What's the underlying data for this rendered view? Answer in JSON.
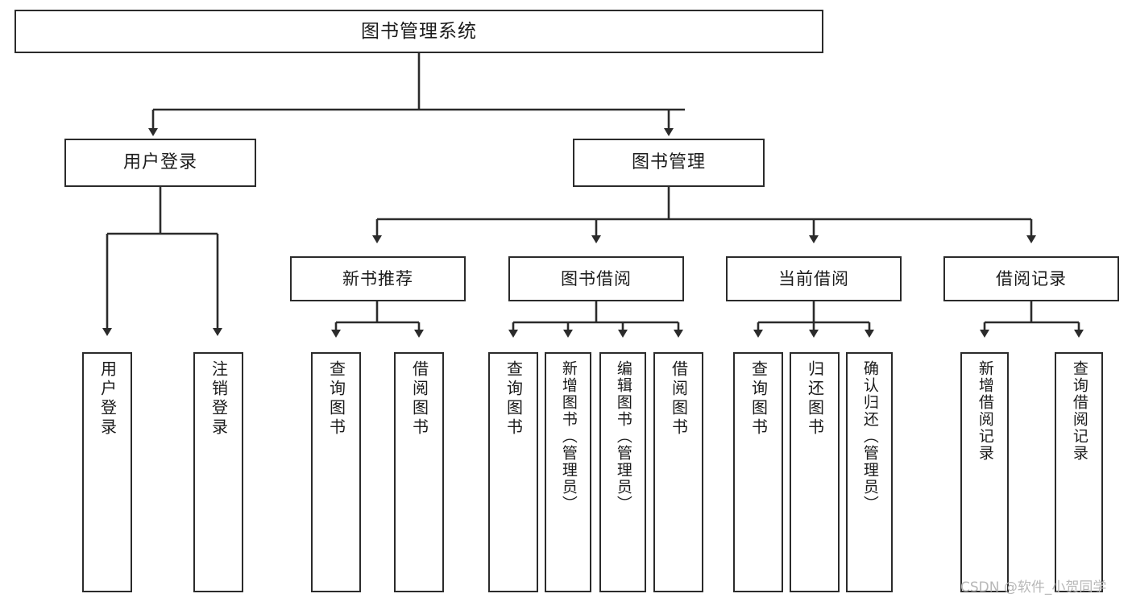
{
  "diagram": {
    "title": "图书管理系统",
    "type": "hierarchy-tree",
    "nodes": {
      "root": {
        "label": "图书管理系统"
      },
      "level2": [
        {
          "id": "user-login",
          "label": "用户登录"
        },
        {
          "id": "book-manage",
          "label": "图书管理"
        }
      ],
      "level3": [
        {
          "id": "new-book-rec",
          "label": "新书推荐"
        },
        {
          "id": "book-borrow",
          "label": "图书借阅"
        },
        {
          "id": "current-borrow",
          "label": "当前借阅"
        },
        {
          "id": "borrow-record",
          "label": "借阅记录"
        }
      ],
      "leaves": [
        {
          "id": "leaf-user-login",
          "label": "用户登录",
          "parent": "user-login"
        },
        {
          "id": "leaf-logout",
          "label": "注销登录",
          "parent": "user-login"
        },
        {
          "id": "leaf-query-book-1",
          "label": "查询图书",
          "parent": "new-book-rec"
        },
        {
          "id": "leaf-borrow-book-1",
          "label": "借阅图书",
          "parent": "new-book-rec"
        },
        {
          "id": "leaf-query-book-2",
          "label": "查询图书",
          "parent": "book-borrow"
        },
        {
          "id": "leaf-add-book",
          "label": "新增图书（管理员）",
          "parent": "book-borrow"
        },
        {
          "id": "leaf-edit-book",
          "label": "编辑图书（管理员）",
          "parent": "book-borrow"
        },
        {
          "id": "leaf-borrow-book-2",
          "label": "借阅图书",
          "parent": "book-borrow"
        },
        {
          "id": "leaf-query-book-3",
          "label": "查询图书",
          "parent": "current-borrow"
        },
        {
          "id": "leaf-return-book",
          "label": "归还图书",
          "parent": "current-borrow"
        },
        {
          "id": "leaf-confirm-return",
          "label": "确认归还（管理员）",
          "parent": "current-borrow"
        },
        {
          "id": "leaf-add-record",
          "label": "新增借阅记录",
          "parent": "borrow-record"
        },
        {
          "id": "leaf-query-record",
          "label": "查询借阅记录",
          "parent": "borrow-record"
        }
      ]
    },
    "colors": {
      "stroke": "#2b2b2b",
      "fill": "#ffffff",
      "text": "#1b1b1b",
      "watermark": "#b8b8b8"
    }
  },
  "watermark": {
    "text": "CSDN @软件_小贺同学"
  }
}
